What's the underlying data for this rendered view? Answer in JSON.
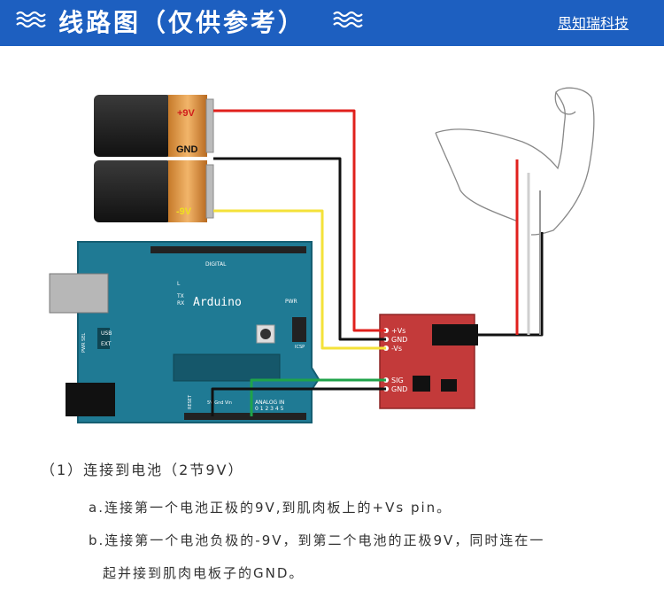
{
  "header": {
    "title": "线路图（仅供参考）",
    "company": "思知瑞科技",
    "background": "#1d5fc0"
  },
  "diagram": {
    "batteries": [
      {
        "plus_label": "+9V",
        "minus_label": "GND"
      },
      {
        "minus_label": "-9V"
      }
    ],
    "arduino": {
      "board_label": "Arduino",
      "digital_label": "DIGITAL",
      "analog_label": "ANALOG IN",
      "analog_numbers": "0 1 2 3 4 5",
      "pwr_label": "PWR",
      "icsp_label": "ICSP",
      "l_label": "L",
      "tx_label": "TX",
      "rx_label": "RX",
      "usb_label": "USB",
      "ext_label": "EXT",
      "pwr_sel_label": "PWR SEL",
      "reset_label": "RESET",
      "power_pin_label": "5V Gnd Vin"
    },
    "sensor_pins": [
      "+Vs",
      "GND",
      "-Vs",
      "SIG",
      "GND"
    ],
    "wire_colors": {
      "red": "#e0201c",
      "black": "#111111",
      "yellow": "#f4e23a",
      "green": "#1fa34a",
      "white": "#cfcfcf"
    }
  },
  "text": {
    "line1": "（1）连接到电池（2节9V）",
    "line2": "a.连接第一个电池正极的9V,到肌肉板上的+Vs pin。",
    "line3": "b.连接第一个电池负极的-9V，到第二个电池的正极9V，同时连在一",
    "line4": "起并接到肌肉电板子的GND。"
  }
}
